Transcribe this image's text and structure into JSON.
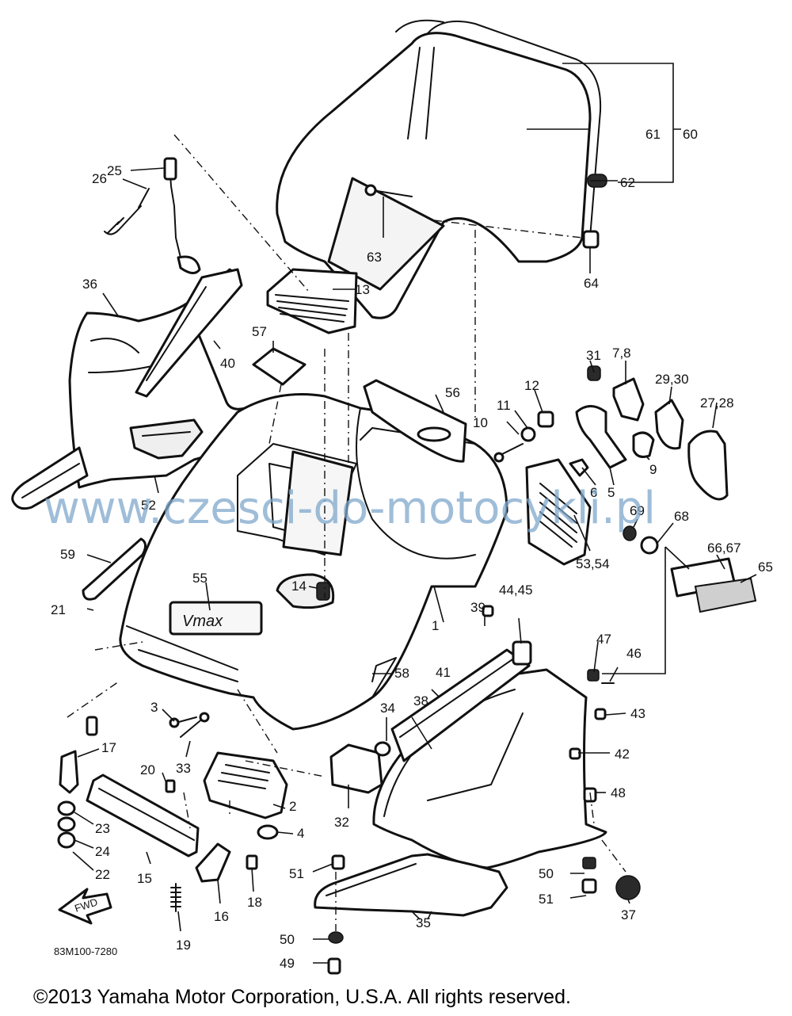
{
  "labels": {
    "l1": "1",
    "l2": "2",
    "l3": "3",
    "l4": "4",
    "l5": "5",
    "l6": "6",
    "l7_8": "7,8",
    "l9": "9",
    "l10": "10",
    "l11": "11",
    "l12": "12",
    "l13": "13",
    "l14": "14",
    "l15": "15",
    "l16": "16",
    "l17": "17",
    "l18": "18",
    "l19": "19",
    "l20": "20",
    "l21": "21",
    "l22": "22",
    "l23": "23",
    "l24": "24",
    "l25": "25",
    "l26": "26",
    "l27_28": "27,28",
    "l29_30": "29,30",
    "l31": "31",
    "l32": "32",
    "l33": "33",
    "l34": "34",
    "l35": "35",
    "l36": "36",
    "l37": "37",
    "l38": "38",
    "l39": "39",
    "l40": "40",
    "l41": "41",
    "l42": "42",
    "l43": "43",
    "l44_45": "44,45",
    "l46": "46",
    "l47": "47",
    "l48": "48",
    "l49": "49",
    "l50a": "50",
    "l50b": "50",
    "l51a": "51",
    "l51b": "51",
    "l52": "52",
    "l53_54": "53,54",
    "l55": "55",
    "l56": "56",
    "l57": "57",
    "l58": "58",
    "l59": "59",
    "l60": "60",
    "l61": "61",
    "l62": "62",
    "l63": "63",
    "l64": "64",
    "l65": "65",
    "l66_67": "66,67",
    "l68": "68",
    "l69": "69"
  },
  "fwd_arrow": "FWD",
  "emblem_text": "Vmax",
  "diagram_code": "83M100-7280",
  "watermark": "www.czesci-do-motocykli.pl",
  "copyright": "©2013 Yamaha Motor Corporation, U.S.A. All rights reserved.",
  "colors": {
    "ink": "#111111",
    "watermark": "#7fa8cc"
  }
}
